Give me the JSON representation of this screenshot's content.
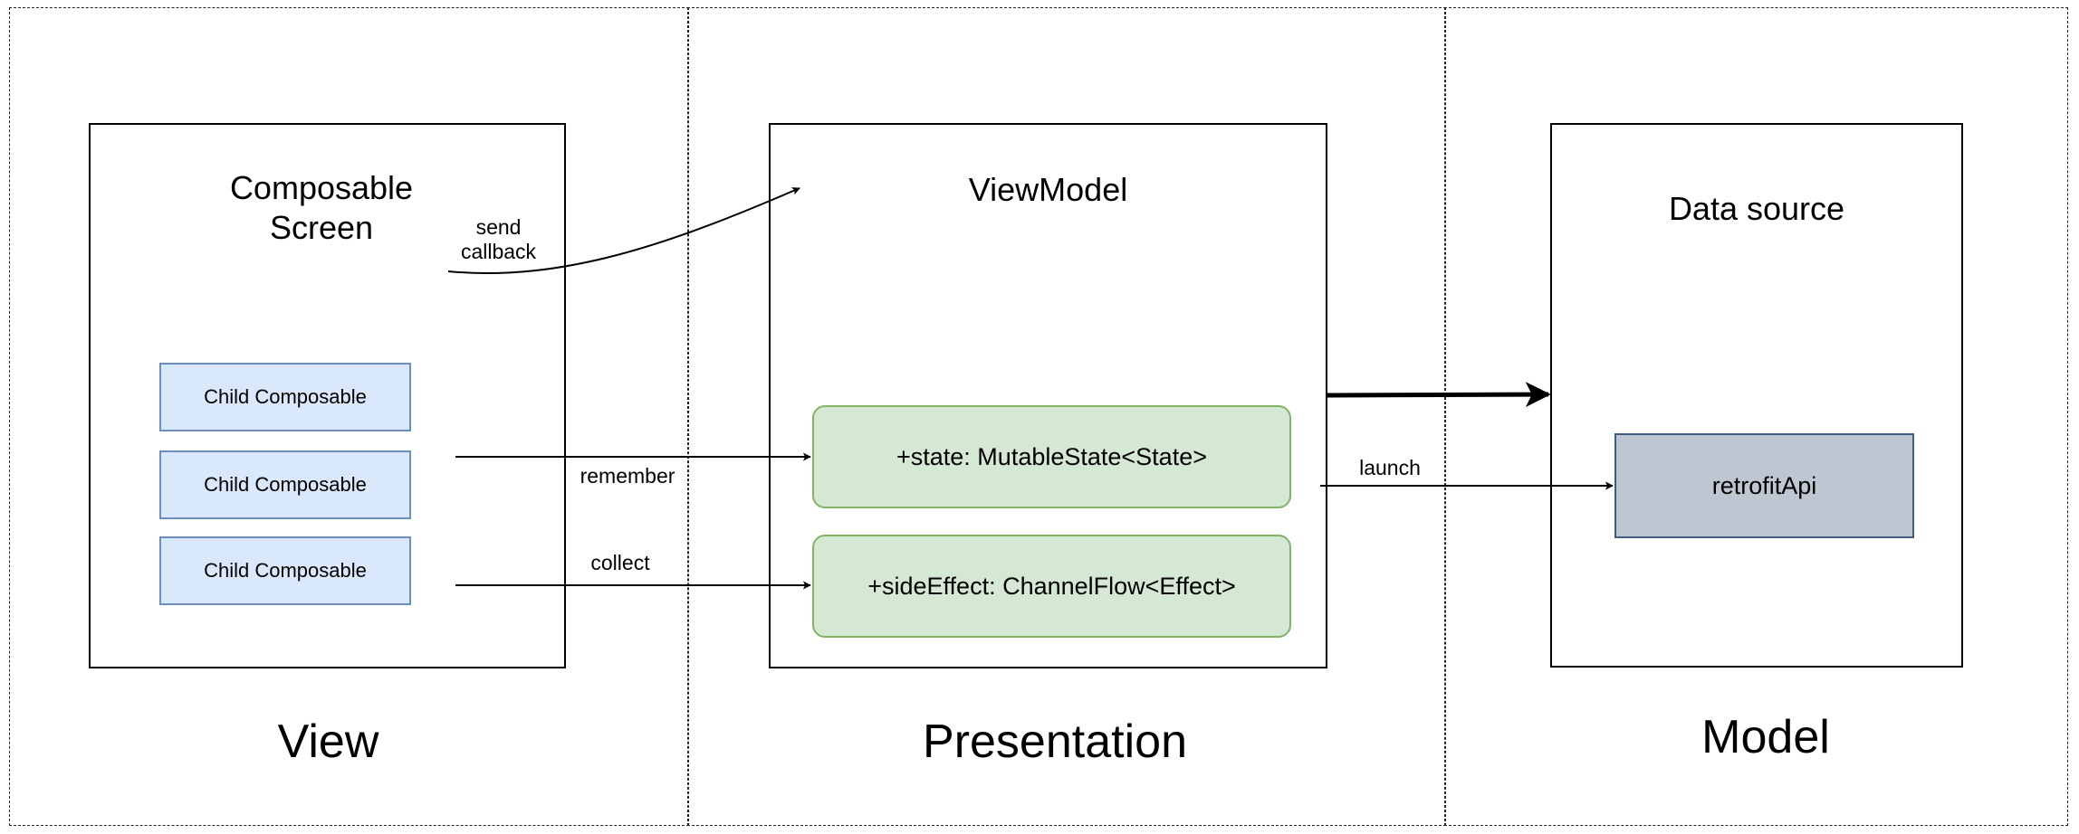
{
  "zones": {
    "view": "View",
    "presentation": "Presentation",
    "model": "Model"
  },
  "view_box": {
    "title": "Composable\nScreen",
    "children": [
      "Child Composable",
      "Child Composable",
      "Child Composable"
    ]
  },
  "viewmodel_box": {
    "title": "ViewModel",
    "state": "+state: MutableState<State>",
    "side_effect": "+sideEffect: ChannelFlow<Effect>"
  },
  "datasource_box": {
    "title": "Data source",
    "api": "retrofitApi"
  },
  "edges": {
    "send_callback": "send\ncallback",
    "remember": "remember",
    "collect": "collect",
    "launch": "launch"
  },
  "colors": {
    "child_fill": "#dae8fc",
    "child_stroke": "#6c8ebf",
    "green_fill": "#d5e8d4",
    "green_stroke": "#82b366",
    "api_fill": "#bdc6d1",
    "api_stroke": "#3f5f82"
  }
}
